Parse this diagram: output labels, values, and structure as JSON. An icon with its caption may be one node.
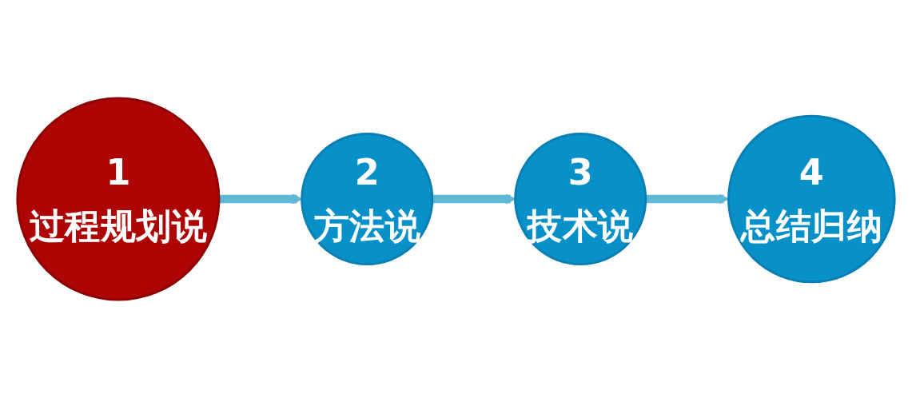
{
  "diagram": {
    "nodes": [
      {
        "text": [
          "1",
          "过程规划说"
        ]
      },
      {
        "text": [
          "2",
          "方法说"
        ]
      },
      {
        "text": [
          "3",
          "技术说"
        ]
      },
      {
        "text": [
          "4",
          "总结归纳"
        ]
      }
    ],
    "edges": [
      {
        "from": 0,
        "to": 1,
        "arrow": "to"
      },
      {
        "from": 1,
        "to": 2,
        "arrow": "to"
      },
      {
        "from": 2,
        "to": 3,
        "arrow": "to"
      }
    ]
  }
}
